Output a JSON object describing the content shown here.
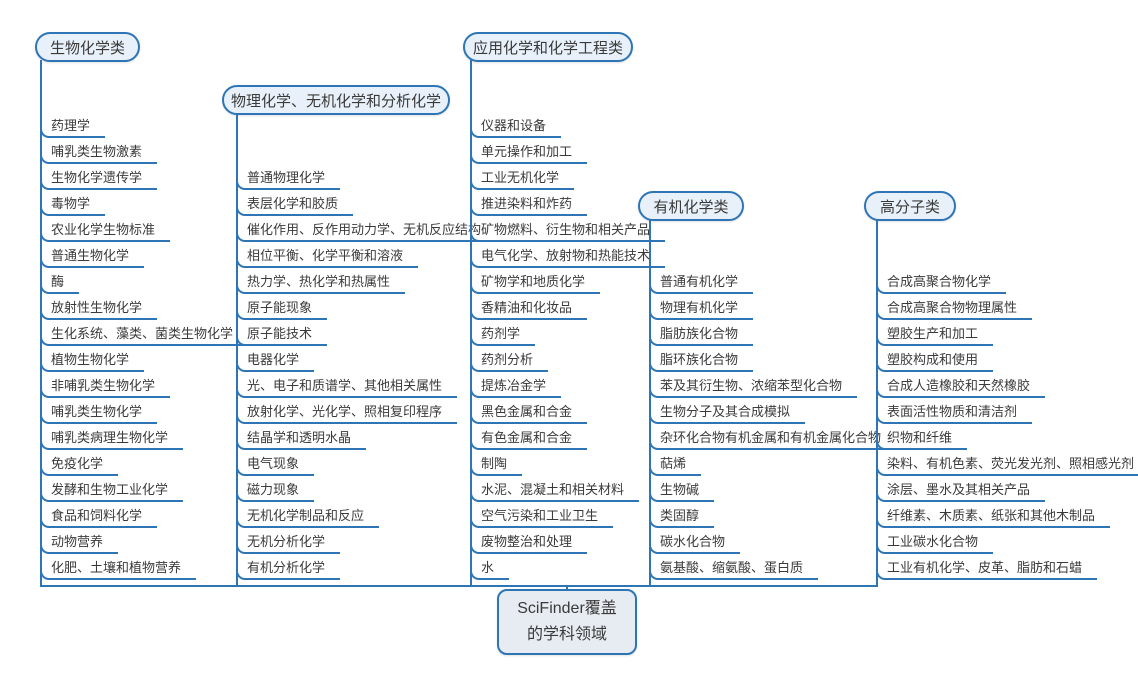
{
  "root": {
    "label": "SciFinder覆盖\n的学科领域"
  },
  "colors": {
    "line": "#2e75b6",
    "header_fill": "#e8f1fa",
    "root_fill": "#e7ecf2",
    "text": "#3a3a3a"
  },
  "branches": [
    {
      "label": "生物化学类",
      "items": [
        "药理学",
        "哺乳类生物激素",
        "生物化学遗传学",
        "毒物学",
        "农业化学生物标准",
        "普通生物化学",
        "酶",
        "放射性生物化学",
        "生化系统、藻类、菌类生物化学",
        "植物生物化学",
        "非哺乳类生物化学",
        "哺乳类生物化学",
        "哺乳类病理生物化学",
        "免疫化学",
        "发酵和生物工业化学",
        "食品和饲料化学",
        "动物营养",
        "化肥、土壤和植物营养"
      ]
    },
    {
      "label": "物理化学、无机化学和分析化学",
      "items": [
        "普通物理化学",
        "表层化学和胶质",
        "催化作用、反作用动力学、无机反应结构",
        "相位平衡、化学平衡和溶液",
        "热力学、热化学和热属性",
        "原子能现象",
        "原子能技术",
        "电器化学",
        "光、电子和质谱学、其他相关属性",
        "放射化学、光化学、照相复印程序",
        "结晶学和透明水晶",
        "电气现象",
        "磁力现象",
        "无机化学制品和反应",
        "无机分析化学",
        "有机分析化学"
      ]
    },
    {
      "label": "应用化学和化学工程类",
      "items": [
        "仪器和设备",
        "单元操作和加工",
        "工业无机化学",
        "推进染料和炸药",
        "矿物燃料、衍生物和相关产品",
        "电气化学、放射物和热能技术",
        "矿物学和地质化学",
        "香精油和化妆品",
        "药剂学",
        "药剂分析",
        "提炼冶金学",
        "黑色金属和合金",
        "有色金属和合金",
        "制陶",
        "水泥、混凝土和相关材料",
        "空气污染和工业卫生",
        "废物整治和处理",
        "水"
      ]
    },
    {
      "label": "有机化学类",
      "items": [
        "普通有机化学",
        "物理有机化学",
        "脂肪族化合物",
        "脂环族化合物",
        "苯及其衍生物、浓缩苯型化合物",
        "生物分子及其合成模拟",
        "杂环化合物有机金属和有机金属化合物",
        "萜烯",
        "生物碱",
        "类固醇",
        "碳水化合物",
        "氨基酸、缩氨酸、蛋白质"
      ]
    },
    {
      "label": "高分子类",
      "items": [
        "合成高聚合物化学",
        "合成高聚合物物理属性",
        "塑胶生产和加工",
        "塑胶构成和使用",
        "合成人造橡胶和天然橡胶",
        "表面活性物质和清洁剂",
        "织物和纤维",
        "染料、有机色素、荧光发光剂、照相感光剂",
        "涂层、墨水及其相关产品",
        "纤维素、木质素、纸张和其他木制品",
        "工业碳水化合物",
        "工业有机化学、皮革、脂肪和石蜡"
      ]
    }
  ]
}
